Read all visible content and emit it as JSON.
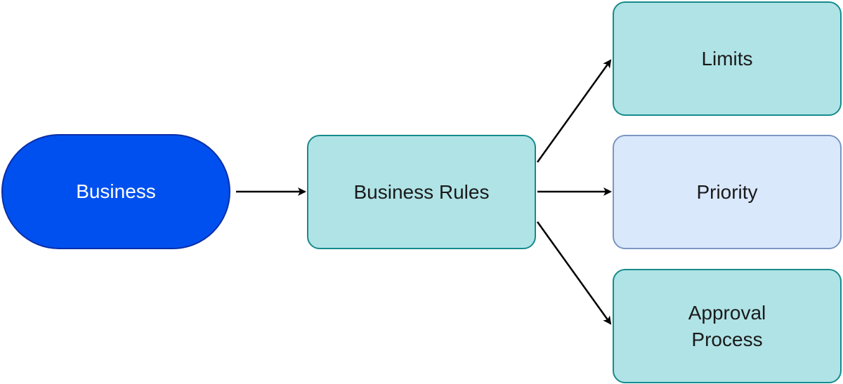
{
  "diagram": {
    "nodes": {
      "business": {
        "label": "Business",
        "fill": "#0050ef"
      },
      "business_rules": {
        "label": "Business Rules",
        "fill": "#b0e3e6"
      },
      "limits": {
        "label": "Limits",
        "fill": "#b0e3e6"
      },
      "priority": {
        "label": "Priority",
        "fill": "#dae8fc"
      },
      "approval_process": {
        "label_lines": [
          "Approval",
          "Process"
        ],
        "fill": "#b0e3e6"
      }
    },
    "edges": [
      {
        "from": "business",
        "to": "business_rules"
      },
      {
        "from": "business_rules",
        "to": "limits"
      },
      {
        "from": "business_rules",
        "to": "priority"
      },
      {
        "from": "business_rules",
        "to": "approval_process"
      }
    ]
  }
}
